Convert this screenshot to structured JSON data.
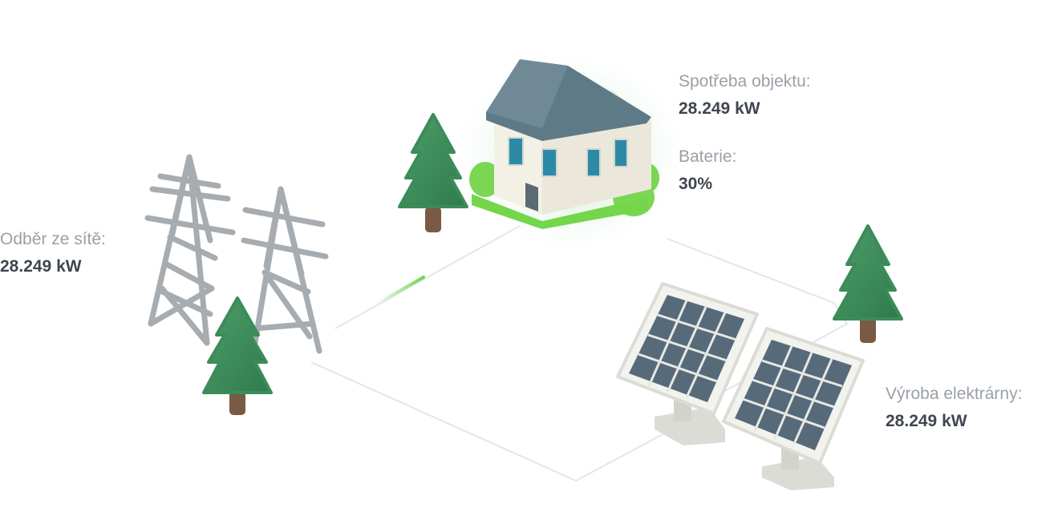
{
  "consumption": {
    "label": "Spotřeba objektu:",
    "value": "28.249 kW"
  },
  "battery": {
    "label": "Baterie:",
    "value": "30%"
  },
  "grid": {
    "label": "Odběr ze sítě:",
    "value": "28.249 kW"
  },
  "production": {
    "label": "Výroba elektrárny:",
    "value": "28.249 kW"
  },
  "icons": [
    "house-icon",
    "power-pylon-icon",
    "solar-panel-icon",
    "tree-icon"
  ],
  "colors": {
    "flow_active": "#6fd44a",
    "house_glow": "#c8f0cf",
    "tree": "#3c8c5a",
    "roof": "#5f7a87",
    "grass": "#74d64a",
    "panel_cell": "#566a7a"
  }
}
